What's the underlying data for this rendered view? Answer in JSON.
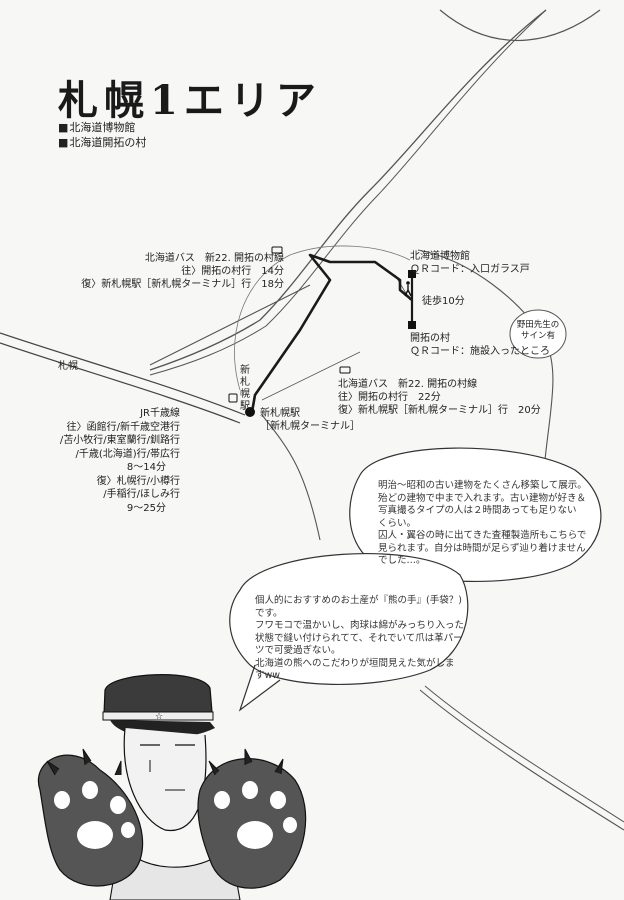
{
  "title": "札幌1エリア",
  "spots": [
    "北海道博物館",
    "北海道開拓の村"
  ],
  "bus_upper": {
    "line": "北海道バス　新22. 開拓の村線",
    "outbound": "往〉開拓の村行　14分",
    "return": "復〉新札幌駅［新札幌ターミナル］行　18分"
  },
  "bus_lower": {
    "line": "北海道バス　新22. 開拓の村線",
    "outbound": "往〉開拓の村行　22分",
    "return": "復〉新札幌駅［新札幌ターミナル］行　20分"
  },
  "museum": {
    "name": "北海道博物館",
    "qr": "ＱＲコード：入口ガラス戸"
  },
  "walk": "徒歩10分",
  "village": {
    "name": "開拓の村",
    "qr": "ＱＲコード：施設入ったところ"
  },
  "sign_note": [
    "野田先生の",
    "サイン有"
  ],
  "sapporo": "札幌",
  "shin_sapporo_vertical": "新札幌駅",
  "shin_sapporo_station": "新札幌駅",
  "shin_sapporo_terminal": "［新札幌ターミナル］",
  "jr": {
    "line": "JR千歳線",
    "lines": [
      "往〉函館行/新千歳空港行",
      "/苫小牧行/東室蘭行/釧路行",
      "/千歳(北海道)行/帯広行",
      "8〜14分",
      "復〉札幌行/小樽行",
      "/手稲行/ほしみ行",
      "9〜25分"
    ]
  },
  "bubble1": [
    "明治〜昭和の古い建物をたくさん移築して展示。",
    "殆どの建物で中まで入れます。古い建物が好き＆",
    "写真撮るタイプの人は２時間あっても足りない",
    "くらい。",
    "囚人・翼谷の時に出てきた査種製造所もこちらで",
    "見られます。自分は時間が足らず辿り着けません",
    "でした…。"
  ],
  "bubble2": [
    "個人的におすすめのお土産が『熊の手』(手袋？)",
    "です。",
    "フワモコで温かいし、肉球は綿がみっちり入った",
    "状態で縫い付けられてて、それでいて爪は革パー",
    "ツで可愛過ぎない。",
    "北海道の熊へのこだわりが垣間見えた気がしま",
    "すww"
  ]
}
